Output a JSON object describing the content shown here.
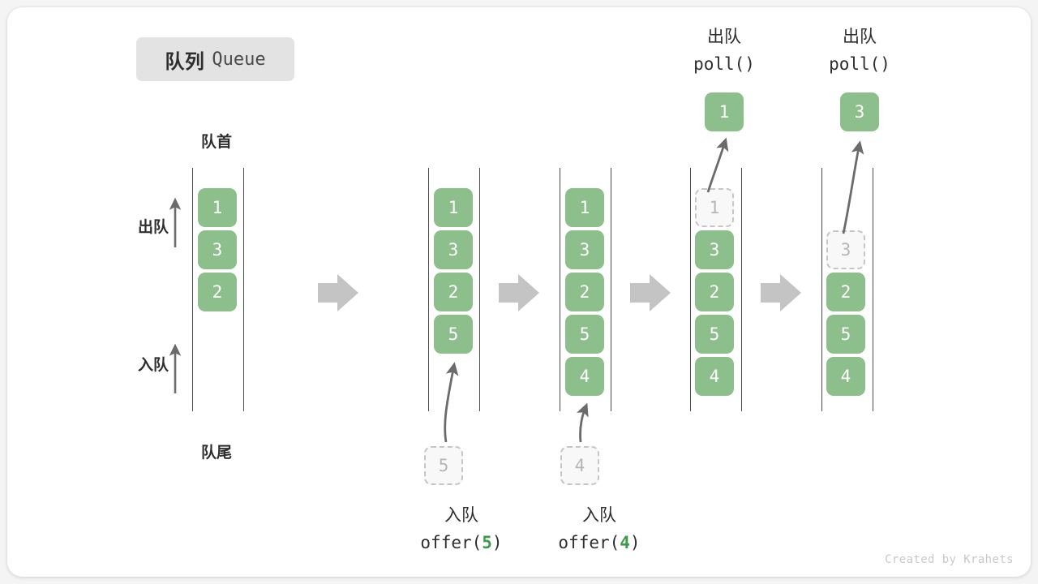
{
  "title": {
    "cn": "队列",
    "en": "Queue"
  },
  "labels": {
    "head": "队首",
    "tail": "队尾",
    "dequeue_side": "出队",
    "enqueue_side": "入队"
  },
  "colors": {
    "cell_fill": "#8cbf8b",
    "cell_text": "#ffffff",
    "ghost_fill": "#f8f8f8",
    "ghost_border": "#c6c6c6",
    "ghost_text": "#b6b6b6",
    "rail": "#4a4a4a",
    "flow_arrow": "#c4c4c4",
    "accent_green": "#3f9a45",
    "badge_bg": "#e3e3e3",
    "text": "#2e2e2e",
    "credit": "#c9c9c9"
  },
  "stages": [
    {
      "name": "initial",
      "cells": [
        "1",
        "3",
        "2"
      ],
      "ghost_index": null,
      "incoming": null,
      "caption_cn": null,
      "caption_code": null,
      "result": null
    },
    {
      "name": "offer-5",
      "cells": [
        "1",
        "3",
        "2",
        "5"
      ],
      "ghost_index": null,
      "incoming": "5",
      "caption_cn": "入队",
      "caption_code_prefix": "offer(",
      "caption_code_arg": "5",
      "caption_code_suffix": ")",
      "result": null
    },
    {
      "name": "offer-4",
      "cells": [
        "1",
        "3",
        "2",
        "5",
        "4"
      ],
      "ghost_index": null,
      "incoming": "4",
      "caption_cn": "入队",
      "caption_code_prefix": "offer(",
      "caption_code_arg": "4",
      "caption_code_suffix": ")",
      "result": null
    },
    {
      "name": "poll-1",
      "cells": [
        "1",
        "3",
        "2",
        "5",
        "4"
      ],
      "ghost_index": 0,
      "incoming": null,
      "top_cn": "出队",
      "top_code": "poll()",
      "result": "1"
    },
    {
      "name": "poll-3",
      "cells": [
        "",
        "3",
        "2",
        "5",
        "4"
      ],
      "ghost_index": 1,
      "incoming": null,
      "top_cn": "出队",
      "top_code": "poll()",
      "result": "3"
    }
  ],
  "credit": "Created by Krahets"
}
